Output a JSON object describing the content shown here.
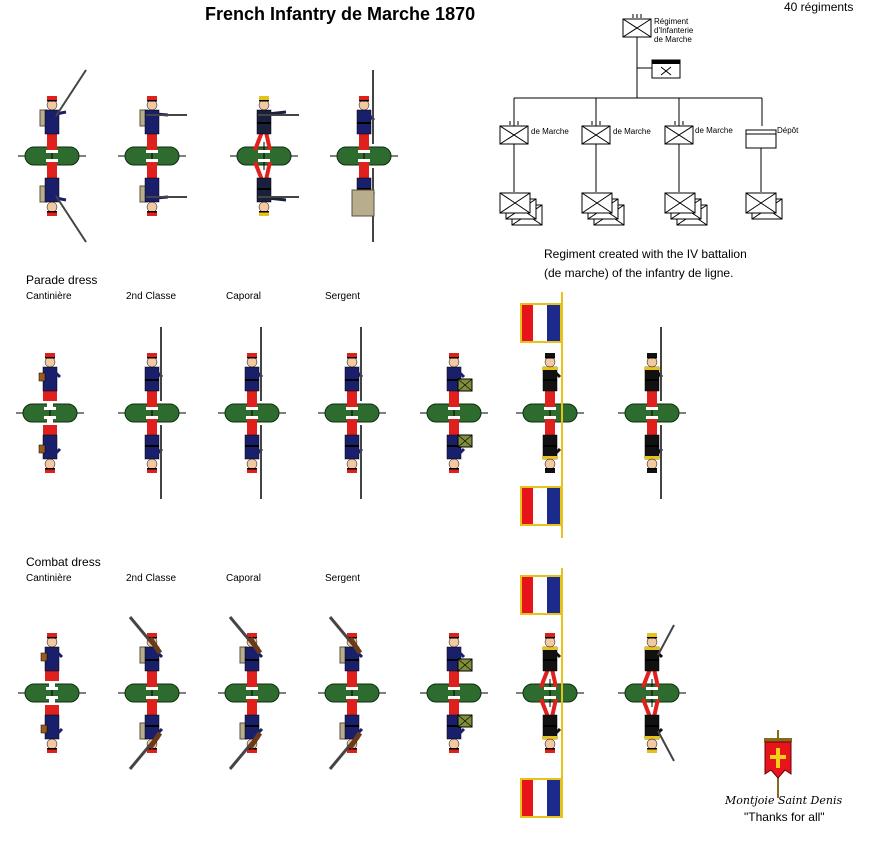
{
  "header": {
    "title": "French Infantry de Marche 1870",
    "count": "40 régiments"
  },
  "org_chart": {
    "regiment_label_line1": "Régiment",
    "regiment_label_line2": "d'Infanterie",
    "regiment_label_line3": "de Marche",
    "battalions": [
      {
        "label": "de Marche"
      },
      {
        "label": "de Marche"
      },
      {
        "label": "de Marche"
      },
      {
        "label": "Dépôt"
      }
    ],
    "note_line1": "Regiment created with the IV battalion",
    "note_line2": "(de marche) of the infantry de ligne."
  },
  "sections": {
    "parade": {
      "heading": "Parade dress",
      "ranks": [
        "Cantinière",
        "2nd Classe",
        "Caporal",
        "Sergent"
      ]
    },
    "combat": {
      "heading": "Combat dress",
      "ranks": [
        "Cantinière",
        "2nd Classe",
        "Caporal",
        "Sergent"
      ]
    }
  },
  "footer": {
    "motto": "Montjoie Saint Denis",
    "thanks": "\"Thanks for all\""
  },
  "colors": {
    "coat_blue": "#1a1f6b",
    "trouser_red": "#e0201c",
    "base_green": "#2e6b2e",
    "flag_red": "#e8141c",
    "flag_blue": "#1c2a8c",
    "gold": "#e6c21a",
    "guard_black": "#111111"
  }
}
